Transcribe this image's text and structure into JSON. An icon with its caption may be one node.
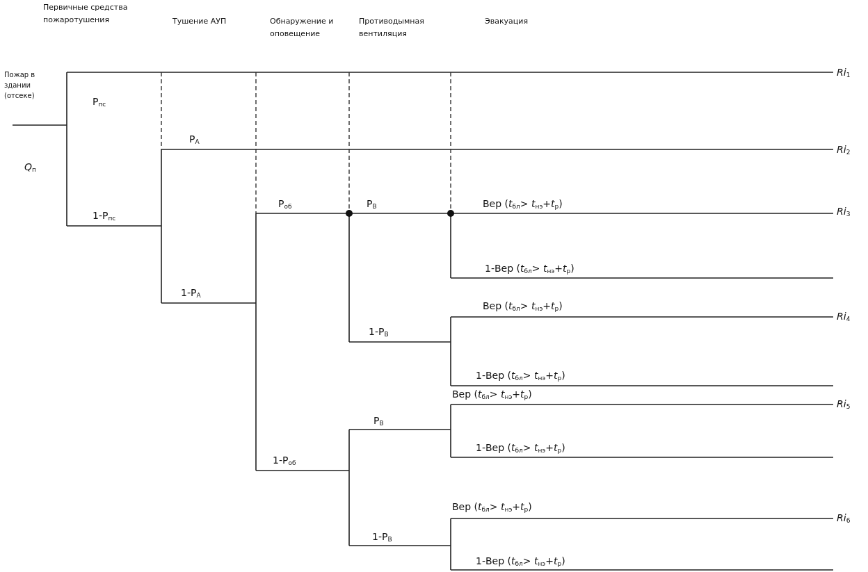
{
  "diagram": {
    "labels": [
      "Первичные средства пожаротушения",
      "Тушение АУП",
      "Обнаружение и оповещение",
      "Противодымная вентиляция",
      "Эвакуация",
      "Пожар в здании (отсеке)",
      "*Ri*$_{1}$",
      "P$_{пс}$",
      "*Q*$_{п}$",
      "P$_{А}$",
      "*Ri*$_{2}$",
      "Р$_{об}$",
      "Р$_{В}$",
      "Вер (*t*$_{бл}$> *t*$_{нэ}$+*t*$_{р}$)",
      "*Ri*$_{3}$",
      "1-P$_{пс}$",
      "1-Вер (*t*$_{бл}$> *t*$_{нэ}$+*t*$_{р}$)",
      "1-P$_{А}$",
      "Вер (*t*$_{бл}$> *t*$_{нэ}$+*t*$_{р}$)",
      "*Ri*$_{4}$",
      "1-Р$_{В}$",
      "1-Вер (*t*$_{бл}$> *t*$_{нэ}$+*t*$_{р}$)",
      "Вер (*t*$_{бл}$> *t*$_{нэ}$+*t*$_{р}$)",
      "*Ri*$_{5}$",
      "Р$_{В}$",
      "1-Вер (*t*$_{бл}$> *t*$_{нэ}$+*t*$_{р}$)",
      "1-Р$_{об}$",
      "Вер (*t*$_{бл}$> *t*$_{нэ}$+*t*$_{р}$)",
      "*Ri*$_{6}$",
      "1-Р$_{В}$",
      "1-Вер (*t*$_{бл}$> *t*$_{нэ}$+*t*$_{р}$)"
    ]
  }
}
